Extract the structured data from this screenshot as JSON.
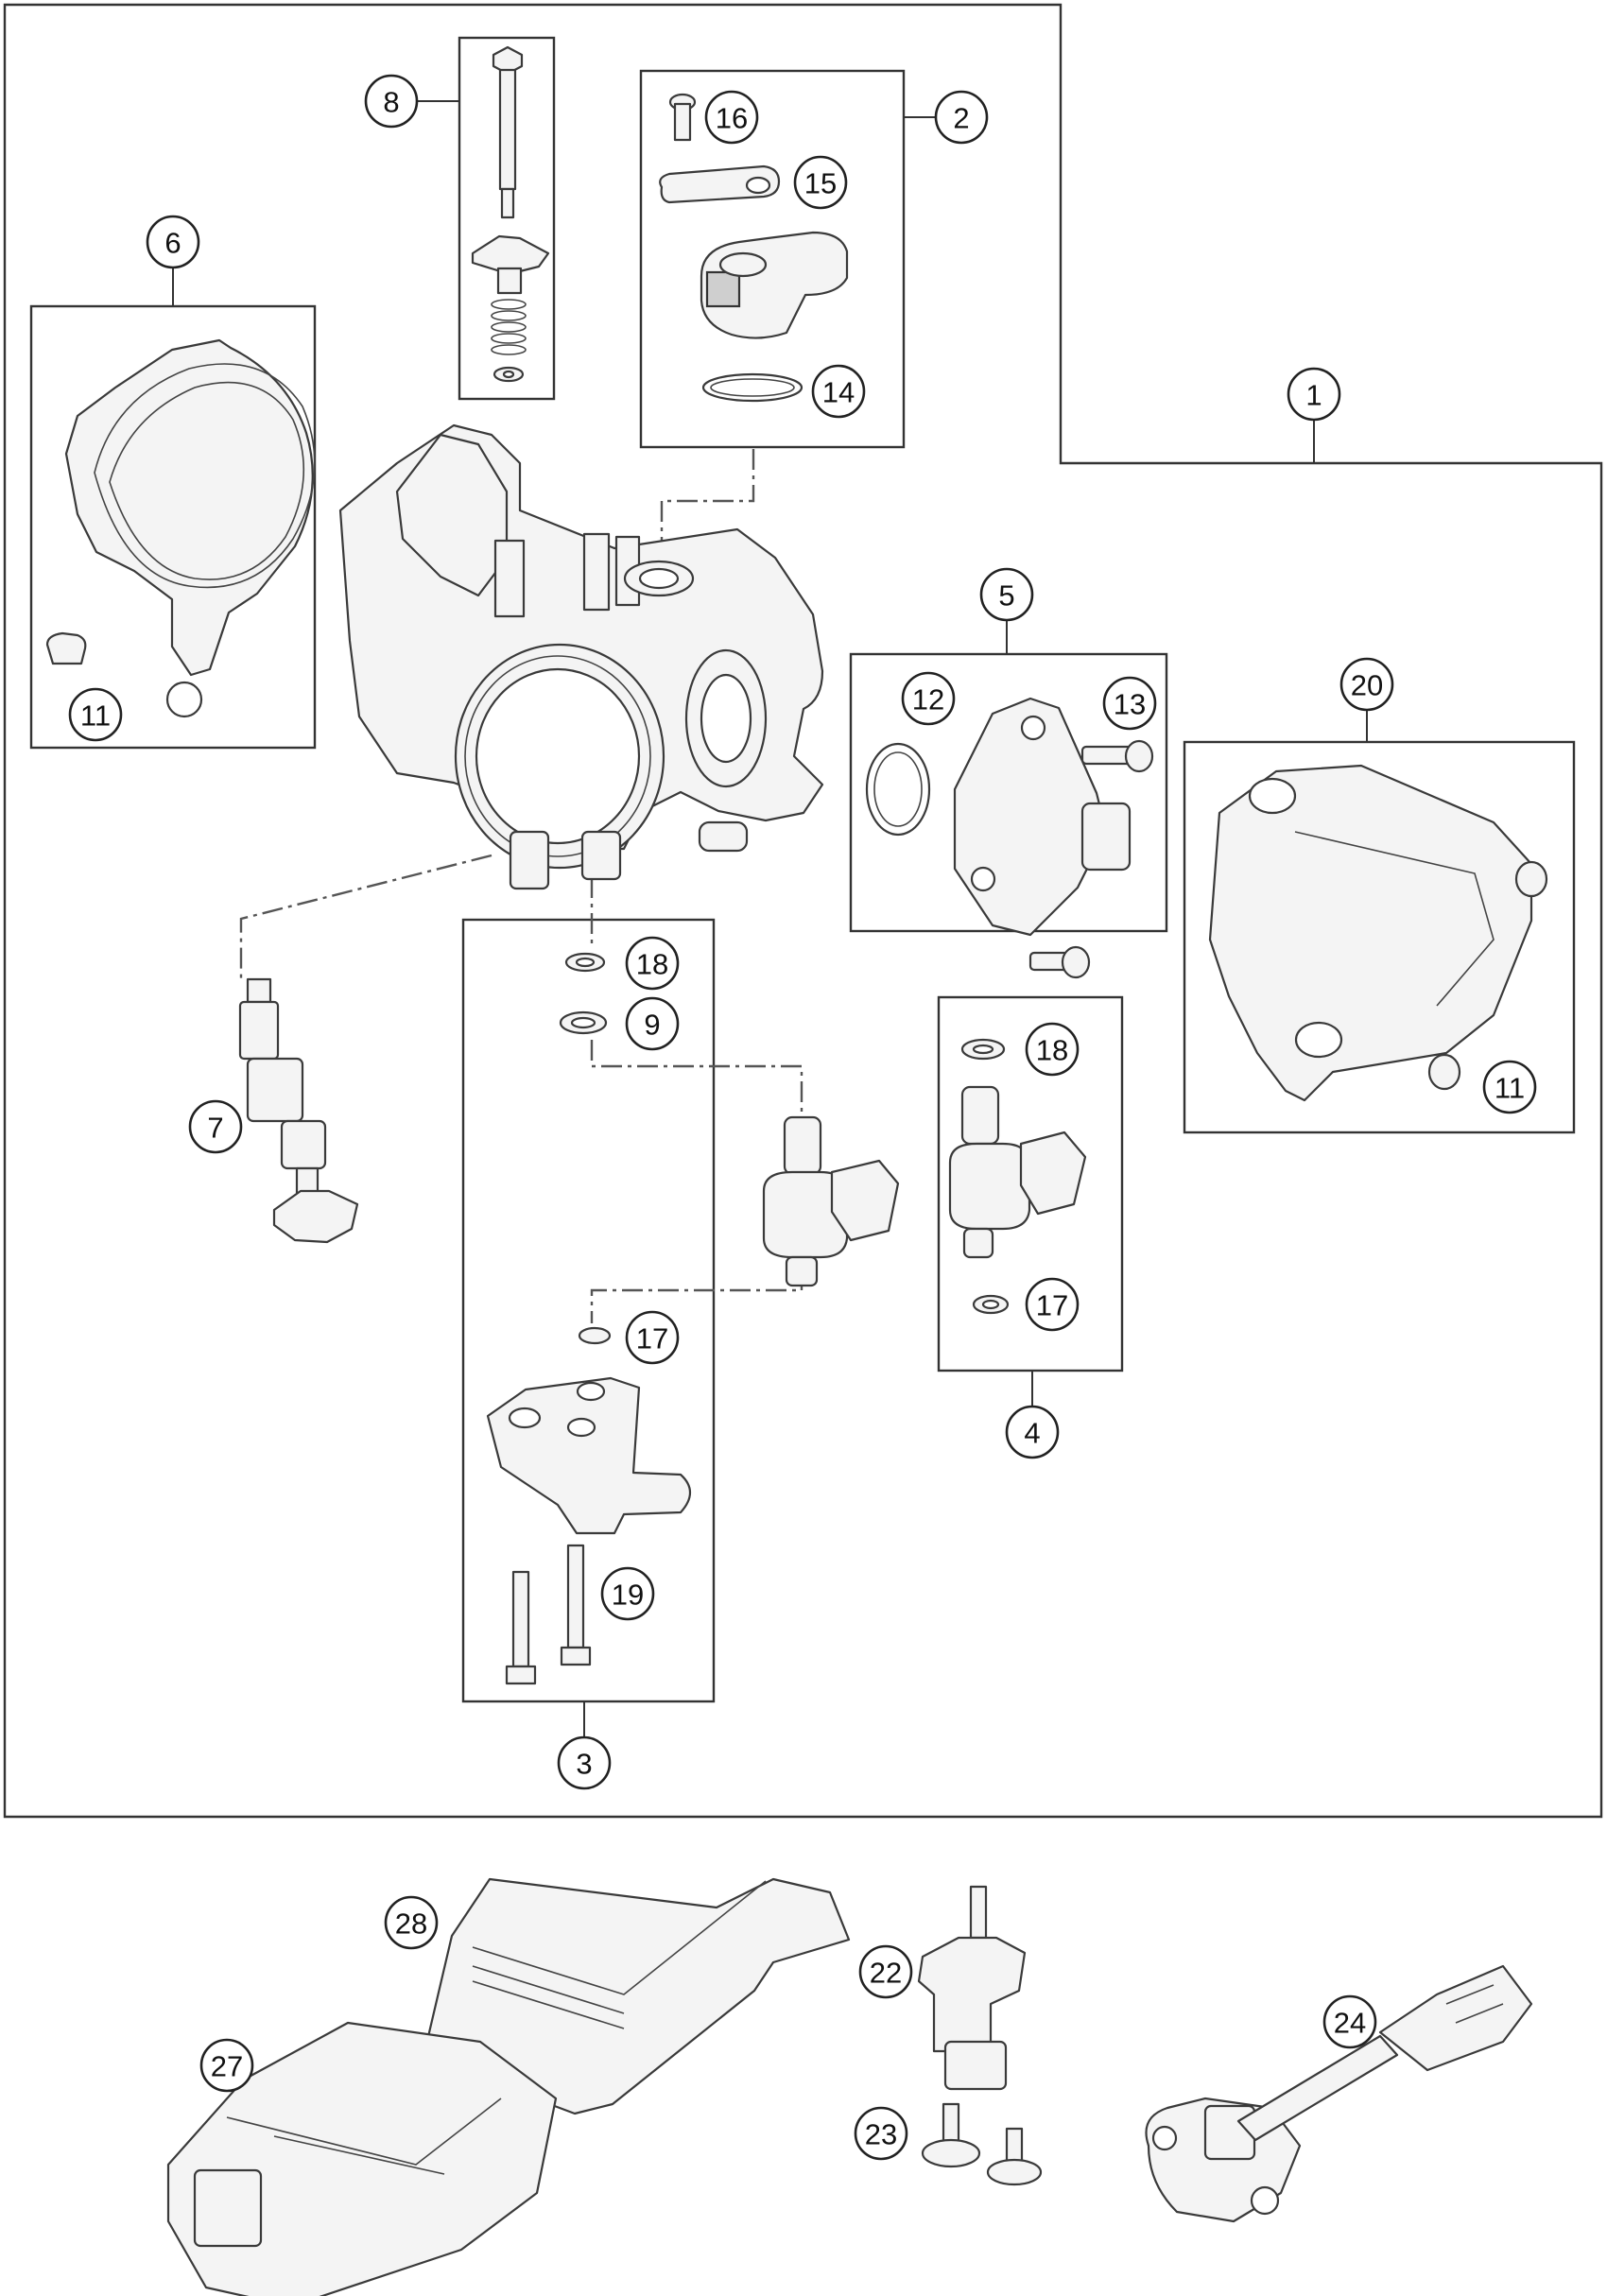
{
  "callouts": {
    "c1": "1",
    "c2": "2",
    "c3": "3",
    "c4": "4",
    "c5": "5",
    "c6": "6",
    "c7": "7",
    "c8": "8",
    "c9": "9",
    "c11a": "11",
    "c11b": "11",
    "c12": "12",
    "c13": "13",
    "c14": "14",
    "c15": "15",
    "c16": "16",
    "c17a": "17",
    "c17b": "17",
    "c18a": "18",
    "c18b": "18",
    "c19": "19",
    "c20": "20",
    "c22": "22",
    "c23": "23",
    "c24": "24",
    "c27": "27",
    "c28": "28"
  },
  "colors": {
    "line": "#333333",
    "fill": "#f4f4f4",
    "background": "#ffffff"
  }
}
